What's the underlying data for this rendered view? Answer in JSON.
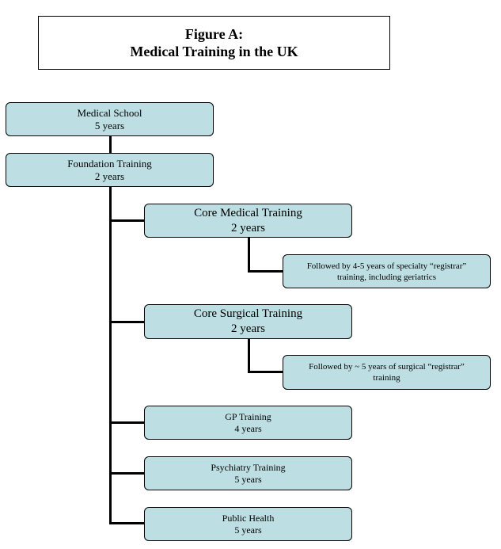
{
  "title": {
    "line1": "Figure A:",
    "line2": "Medical Training in the UK"
  },
  "nodes": {
    "medical_school": {
      "label": "Medical School",
      "duration": "5 years"
    },
    "foundation": {
      "label": "Foundation Training",
      "duration": "2 years"
    },
    "core_medical": {
      "label": "Core Medical Training",
      "duration": "2 years"
    },
    "registrar_medical": {
      "line1": "Followed by 4-5 years of  specialty “registrar”",
      "line2": "training, including geriatrics"
    },
    "core_surgical": {
      "label": "Core Surgical Training",
      "duration": "2 years"
    },
    "registrar_surgical": {
      "line1": "Followed by ~ 5 years of surgical “registrar”",
      "line2": "training"
    },
    "gp": {
      "label": "GP Training",
      "duration": "4 years"
    },
    "psychiatry": {
      "label": "Psychiatry Training",
      "duration": "5 years"
    },
    "public_health": {
      "label": "Public Health",
      "duration": "5 years"
    }
  },
  "colors": {
    "node_fill": "#bddfe3",
    "border": "#000000",
    "connector": "#000000"
  }
}
